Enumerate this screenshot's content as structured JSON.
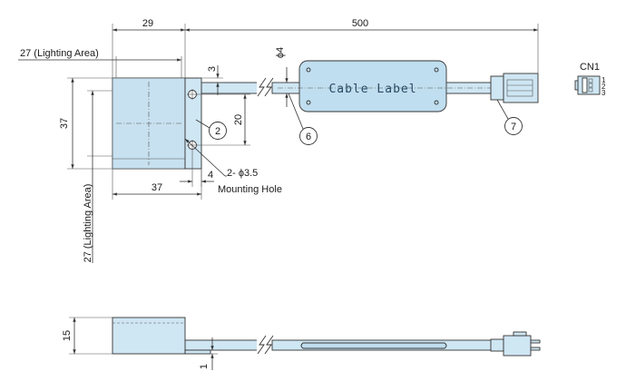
{
  "colors": {
    "body_fill": "#cfe6f3",
    "label_fill": "#bfdeef",
    "outline": "#333333"
  },
  "dimensions": {
    "body_width": "29",
    "cable_length": "500",
    "lighting_area_h": "27 (Lighting Area)",
    "lighting_area_v": "27 (Lighting Area)",
    "body_height": "37",
    "body_depth": "37",
    "bracket_gap": "3",
    "hole_pitch": "20",
    "hole_edge": "4",
    "hole_spec": "2- ϕ3.5",
    "mounting_hole": "Mounting Hole",
    "cable_dia": "ϕ4",
    "side_height": "15",
    "bracket_thickness": "1"
  },
  "balloons": {
    "b2": "2",
    "b6": "6",
    "b7": "7"
  },
  "cable_label": "Cable Label",
  "connector": {
    "title": "CN1",
    "pins": [
      "1",
      "2",
      "3"
    ]
  }
}
